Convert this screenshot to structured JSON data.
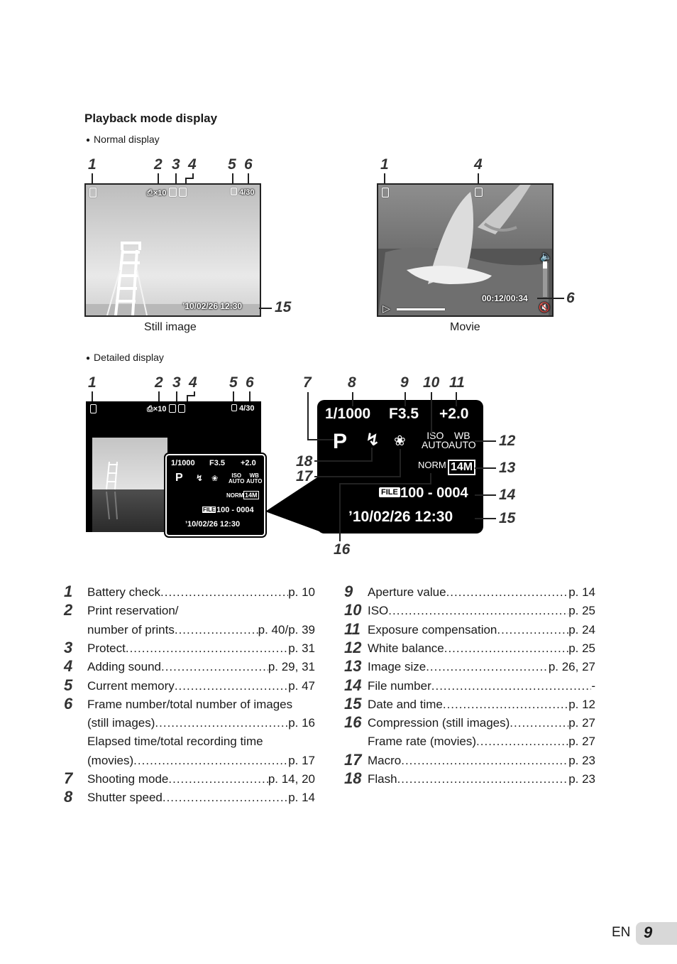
{
  "section_title": "Playback mode display",
  "normal_display_label": "Normal display",
  "detailed_display_label": "Detailed display",
  "captions": {
    "still": "Still image",
    "movie": "Movie"
  },
  "still_screen": {
    "print_count": "×10",
    "frame_counter": "4/30",
    "datetime": "’10/02/26   12:30"
  },
  "movie_screen": {
    "elapsed_time": "00:12/00:34"
  },
  "detailed_screen": {
    "print_count": "×10",
    "frame_counter": "4/30",
    "shutter": "1/1000",
    "aperture": "F3.5",
    "exposure": "+2.0",
    "mode": "P",
    "iso_top": "ISO",
    "iso_bottom": "AUTO",
    "wb_top": "WB",
    "wb_bottom": "AUTO",
    "compression": "NORM",
    "image_size": "14M",
    "file_badge": "FILE",
    "file_number": "100 - 0004",
    "datetime": "’10/02/26   12:30"
  },
  "callouts": {
    "n1": "1",
    "n2": "2",
    "n3": "3",
    "n4": "4",
    "n5": "5",
    "n6": "6",
    "n7": "7",
    "n8": "8",
    "n9": "9",
    "n10": "10",
    "n11": "11",
    "n12": "12",
    "n13": "13",
    "n14": "14",
    "n15": "15",
    "n16": "16",
    "n17": "17",
    "n18": "18"
  },
  "legend_left": [
    {
      "num": "1",
      "label": "Battery check",
      "page": "p. 10"
    },
    {
      "num": "2",
      "label": "Print reservation/",
      "page": ""
    },
    {
      "num": "",
      "label": "number of prints",
      "page": "p. 40/p. 39"
    },
    {
      "num": "3",
      "label": "Protect",
      "page": "p. 31"
    },
    {
      "num": "4",
      "label": "Adding sound",
      "page": "p. 29, 31"
    },
    {
      "num": "5",
      "label": "Current memory",
      "page": "p. 47"
    },
    {
      "num": "6",
      "label": "Frame number/total number of images",
      "page": ""
    },
    {
      "num": "",
      "label": "(still images)",
      "page": "p. 16"
    },
    {
      "num": "",
      "label": "Elapsed time/total recording time",
      "page": ""
    },
    {
      "num": "",
      "label": "(movies)",
      "page": "p. 17"
    },
    {
      "num": "7",
      "label": "Shooting mode",
      "page": "p. 14, 20"
    },
    {
      "num": "8",
      "label": "Shutter speed",
      "page": "p. 14"
    }
  ],
  "legend_right": [
    {
      "num": "9",
      "label": "Aperture value",
      "page": "p. 14"
    },
    {
      "num": "10",
      "label": "ISO",
      "page": "p. 25"
    },
    {
      "num": "11",
      "label": "Exposure compensation",
      "page": "p. 24"
    },
    {
      "num": "12",
      "label": "White balance",
      "page": "p. 25"
    },
    {
      "num": "13",
      "label": "Image size",
      "page": "p. 26, 27"
    },
    {
      "num": "14",
      "label": "File number",
      "page": "-"
    },
    {
      "num": "15",
      "label": "Date and time",
      "page": "p. 12"
    },
    {
      "num": "16",
      "label": "Compression (still images)",
      "page": "p. 27"
    },
    {
      "num": "",
      "label": "Frame rate (movies)",
      "page": "p. 27"
    },
    {
      "num": "17",
      "label": "Macro",
      "page": "p. 23"
    },
    {
      "num": "18",
      "label": "Flash",
      "page": "p. 23"
    }
  ],
  "footer": {
    "lang": "EN",
    "page": "9"
  }
}
